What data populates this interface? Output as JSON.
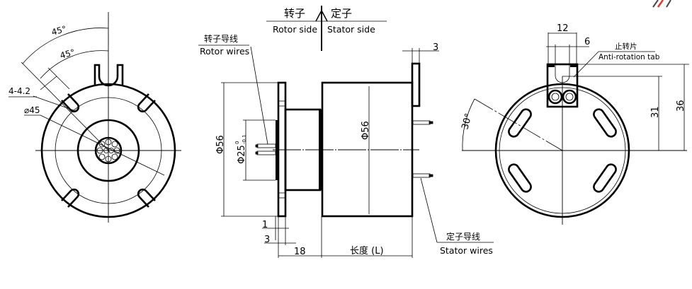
{
  "top": {
    "rotor_cn": "转子",
    "stator_cn": "定子",
    "rotor_side": "Rotor side",
    "stator_side": "Stator  side"
  },
  "left_view": {
    "angle_outer": "45°",
    "angle_inner": "45°",
    "hole_spec": "4-4.2",
    "pcd": "⌀45"
  },
  "side_view": {
    "rotor_wires_cn": "转子导线",
    "rotor_wires": "Rotor wires",
    "stator_wires_cn": "定子导线",
    "stator_wires": "Stator wires",
    "tab_thickness": "3",
    "flange_diameter": "Φ56",
    "spigot_diameter": "Φ25",
    "spigot_tol_upper": "0",
    "spigot_tol_lower": "-0.1",
    "body_diameter": "Φ56",
    "plate_thickness": "1",
    "flange_thickness": "3",
    "rotor_length": "18",
    "length_label": "长度 (L)"
  },
  "right_view": {
    "tab_width": "12",
    "slot_width": "6",
    "tab_cn": "止转片",
    "tab_label": "Anti-rotation tab",
    "height_slot": "31",
    "height_tab": "36",
    "angle": "30°"
  },
  "colors": {
    "line": "#000000",
    "corner_mark": "#e03a2f"
  }
}
